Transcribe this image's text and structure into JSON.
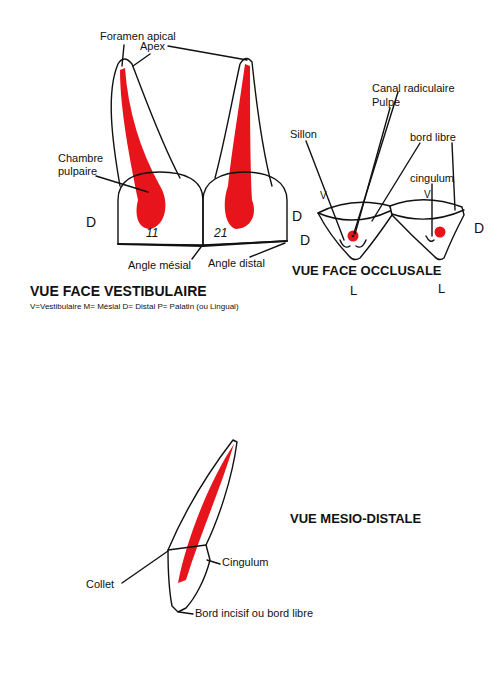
{
  "diagram": {
    "labels": [
      "Foramen apical",
      "Apex",
      "Chambre pulpaire",
      "11",
      "21",
      "D",
      "D",
      "Angle mésial",
      "Angle distal",
      "VUE FACE VESTIBULAIRE",
      "V=Vestibulaire M= Mésial D= Distal P= Palatin (ou Lingual)",
      "Canal radiculaire",
      "Pulpe",
      "Sillon",
      "bord libre",
      "cingulum",
      "V",
      "V",
      "D",
      "D",
      "L",
      "L",
      "VUE FACE OCCLUSALE",
      "VUE MESIO-DISTALE",
      "Collet",
      "Cingulum",
      "Bord incisif ou bord libre"
    ]
  }
}
